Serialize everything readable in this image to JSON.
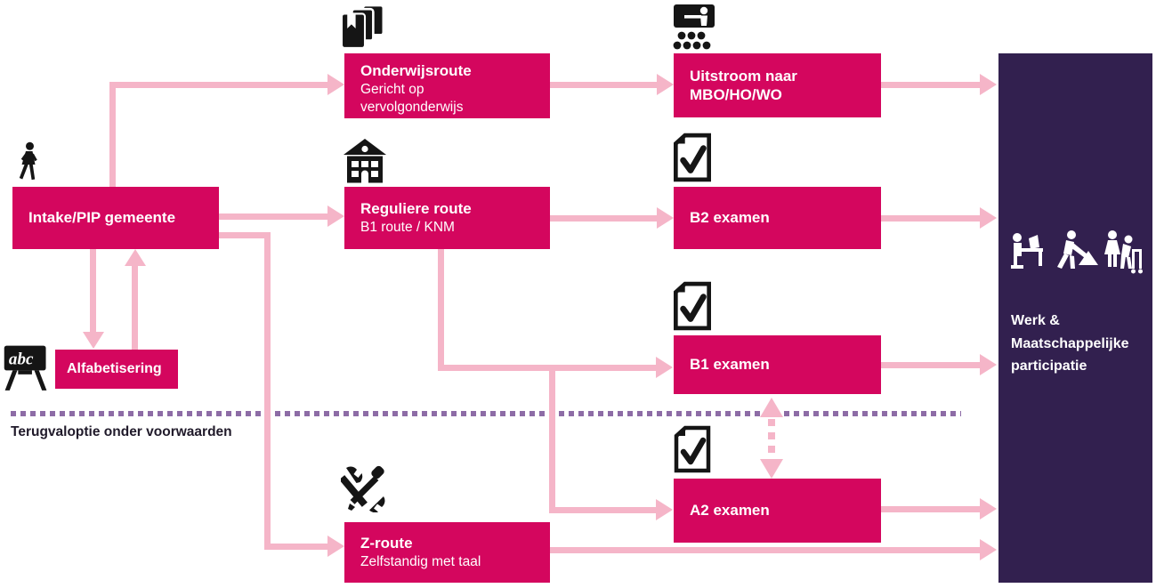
{
  "diagram_title": "Inburgering routes flow diagram",
  "colors": {
    "magenta": "#d4065e",
    "pink": "#f5b5c8",
    "purple_box": "#32204f",
    "dotted": "#8d6ca6",
    "text_dark": "#201a2a",
    "icon_black": "#151515",
    "white": "#ffffff"
  },
  "nodes": {
    "intake": {
      "label": "Intake/PIP gemeente"
    },
    "alfabetisering": {
      "label": "Alfabetisering"
    },
    "onderwijsroute": {
      "title": "Onderwijsroute",
      "subtitle": "Gericht op vervolgonderwijs"
    },
    "uitstroom": {
      "title": "Uitstroom naar MBO/HO/WO"
    },
    "reguliere": {
      "title": "Reguliere route",
      "subtitle": "B1 route / KNM"
    },
    "b2": {
      "label": "B2 examen"
    },
    "b1": {
      "label": "B1 examen"
    },
    "a2": {
      "label": "A2 examen"
    },
    "zroute": {
      "title": "Z-route",
      "subtitle": "Zelfstandig met taal"
    },
    "werk": {
      "label": "Werk & Maatschappelijke participatie"
    }
  },
  "separator": {
    "label": "Terugvaloptie onder voorwaarden"
  },
  "icons": {
    "walking-person-icon": "black silhouette of walking person above intake box",
    "abc-easel-icon": "black easel board with white 'abc'",
    "books-icon": "stack of three books with bookmark",
    "school-building-icon": "school house with windows and arched door",
    "classroom-presentation-icon": "presenter at board with audience dots",
    "exam-check-icon": "document page with bold checkmark (appears 3x)",
    "tools-icon": "crossed wrench and screwdriver",
    "desk-worker-icon": "white figure working at desk with laptop",
    "construction-worker-icon": "white figure shoveling a pile",
    "care-helper-icon": "white figures, helper with elderly person using walker"
  },
  "edges": [
    {
      "from": "intake",
      "to": "onderwijsroute",
      "style": "solid-arrow"
    },
    {
      "from": "intake",
      "to": "reguliere",
      "style": "solid-arrow"
    },
    {
      "from": "intake",
      "to": "zroute",
      "style": "solid-arrow"
    },
    {
      "from": "intake",
      "to": "alfabetisering",
      "style": "solid-arrow"
    },
    {
      "from": "alfabetisering",
      "to": "intake",
      "style": "solid-arrow"
    },
    {
      "from": "onderwijsroute",
      "to": "uitstroom",
      "style": "solid-arrow"
    },
    {
      "from": "reguliere",
      "to": "b2",
      "style": "solid-arrow"
    },
    {
      "from": "reguliere",
      "to": "b1",
      "style": "solid-arrow"
    },
    {
      "from": "reguliere",
      "to": "a2",
      "style": "solid-arrow"
    },
    {
      "from": "uitstroom",
      "to": "werk",
      "style": "solid-arrow"
    },
    {
      "from": "b2",
      "to": "werk",
      "style": "solid-arrow"
    },
    {
      "from": "b1",
      "to": "werk",
      "style": "solid-arrow"
    },
    {
      "from": "a2",
      "to": "werk",
      "style": "solid-arrow"
    },
    {
      "from": "zroute",
      "to": "werk",
      "style": "solid-arrow"
    },
    {
      "from": "b1",
      "to": "a2",
      "style": "dotted-double-arrow"
    }
  ]
}
